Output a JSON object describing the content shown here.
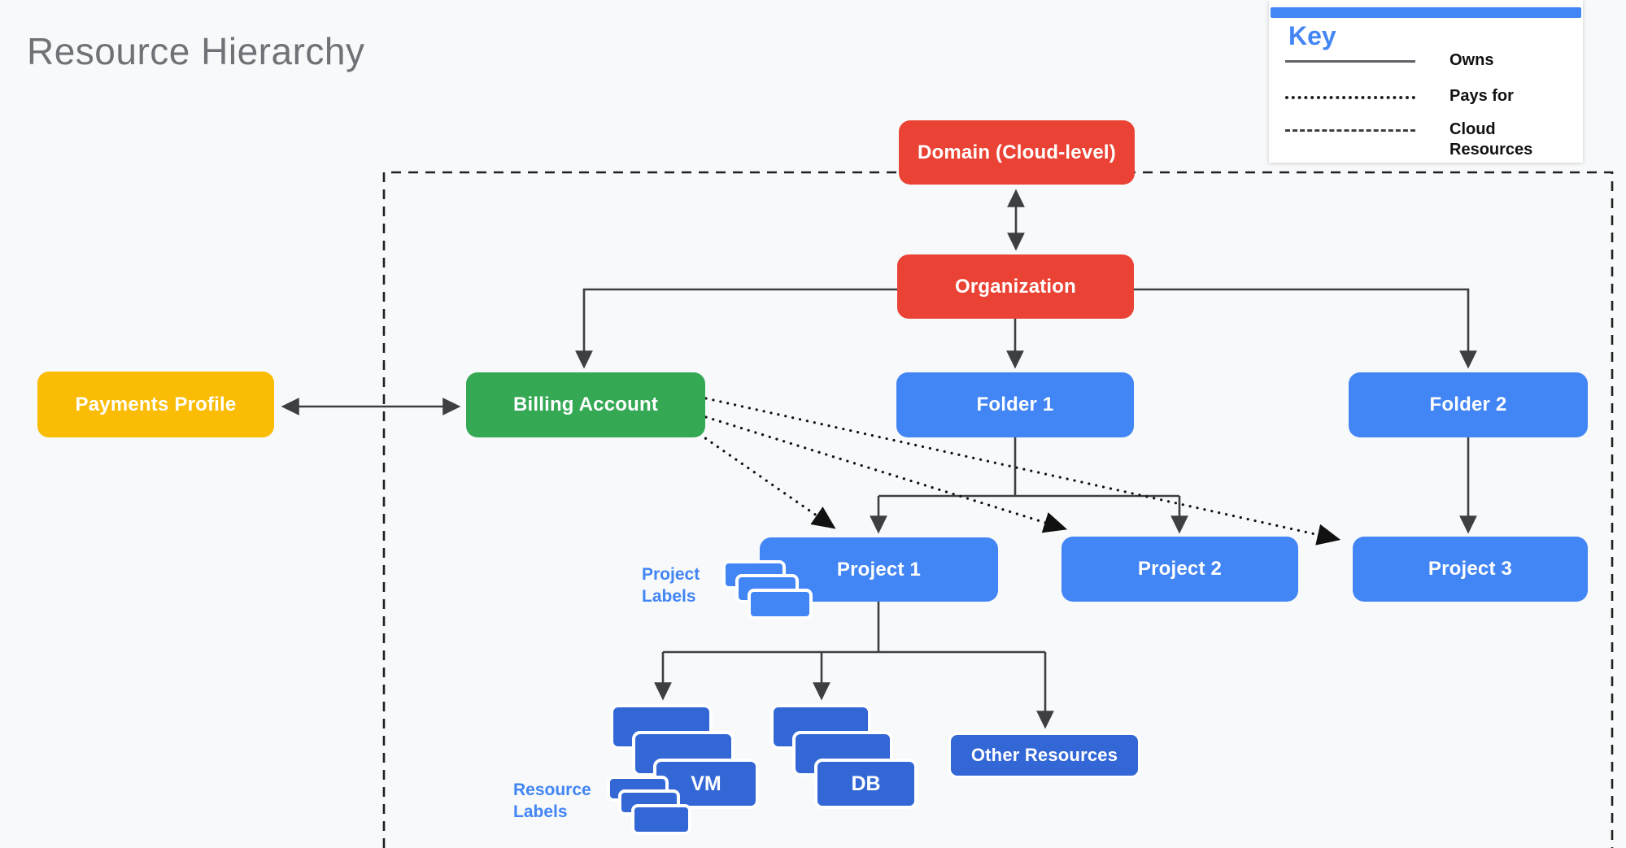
{
  "title": "Resource Hierarchy",
  "legend": {
    "heading": "Key",
    "items": [
      {
        "label": "Owns",
        "style": "solid"
      },
      {
        "label": "Pays for",
        "style": "dotted"
      },
      {
        "label": "Cloud Resources",
        "style": "dashed"
      }
    ]
  },
  "nodes": {
    "domain": {
      "label": "Domain (Cloud-level)",
      "color": "#EA4335"
    },
    "organization": {
      "label": "Organization",
      "color": "#EA4335"
    },
    "payments_profile": {
      "label": "Payments Profile",
      "color": "#FBBC05"
    },
    "billing_account": {
      "label": "Billing Account",
      "color": "#34A853"
    },
    "folder1": {
      "label": "Folder 1",
      "color": "#4285F4"
    },
    "folder2": {
      "label": "Folder 2",
      "color": "#4285F4"
    },
    "project1": {
      "label": "Project 1",
      "color": "#4285F4"
    },
    "project2": {
      "label": "Project 2",
      "color": "#4285F4"
    },
    "project3": {
      "label": "Project 3",
      "color": "#4285F4"
    },
    "vm": {
      "label": "VM",
      "color": "#3367D6"
    },
    "db": {
      "label": "DB",
      "color": "#3367D6"
    },
    "other_resources": {
      "label": "Other Resources",
      "color": "#3367D6"
    }
  },
  "annotations": {
    "project_labels": {
      "line1": "Project",
      "line2": "Labels"
    },
    "resource_labels": {
      "line1": "Resource",
      "line2": "Labels"
    }
  },
  "colors": {
    "red": "#EA4335",
    "yellow": "#FBBC05",
    "green": "#34A853",
    "blue": "#4285F4",
    "dark_blue": "#3367D6",
    "connector": "#3C4043",
    "dotted_connector": "#111111",
    "dashed_border": "#1F1F1F",
    "background": "#F7F9FA",
    "title_text": "#6F7377",
    "legend_accent": "#4285F4"
  }
}
